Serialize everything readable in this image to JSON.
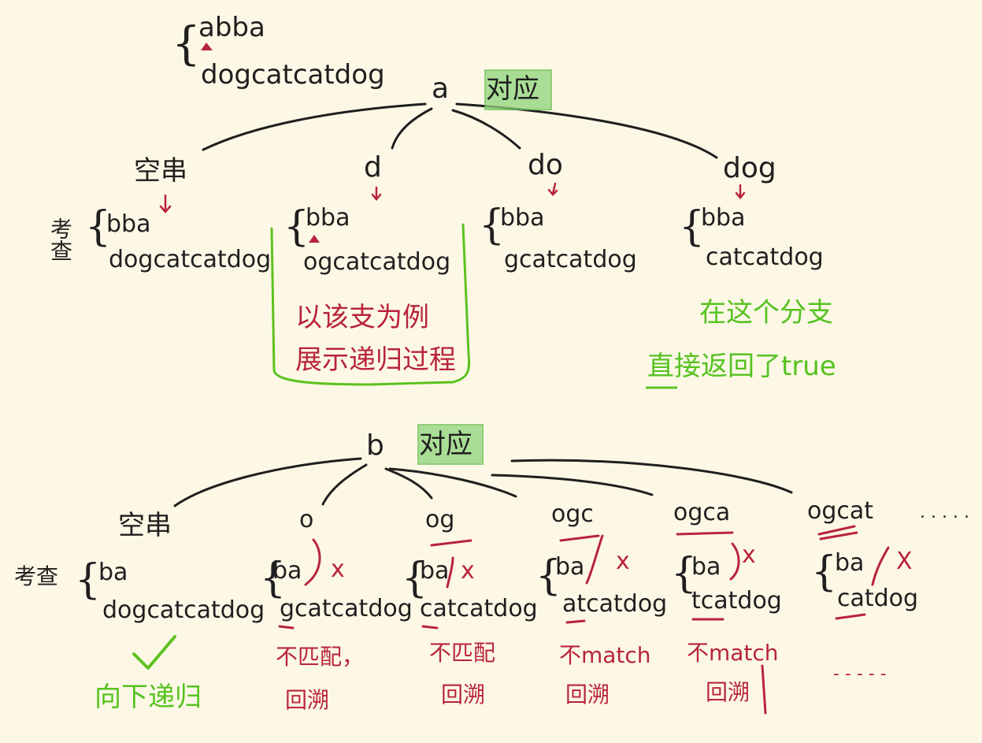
{
  "top_pair": {
    "pattern": "abba",
    "string": "dogcatcatdog"
  },
  "level1": {
    "char": "a",
    "label": "对应",
    "branches": [
      {
        "prefix": "空串",
        "pattern": "bba",
        "string": "dogcatcatdog",
        "side_note": "考查"
      },
      {
        "prefix": "d",
        "pattern": "bba",
        "string": "ogcatcatdog",
        "note_lines": [
          "以该支为例",
          "展示递归过程"
        ]
      },
      {
        "prefix": "do",
        "pattern": "bba",
        "string": "gcatcatdog"
      },
      {
        "prefix": "dog",
        "pattern": "bba",
        "string": "catcatdog",
        "note_lines": [
          "在这个分支",
          "直接返回了true"
        ]
      }
    ]
  },
  "level2": {
    "char": "b",
    "label": "对应",
    "branches": [
      {
        "prefix": "空串",
        "pattern": "ba",
        "string": "dogcatcatdog",
        "side_note": "考查",
        "check": "✓",
        "note_lines": [
          "向下递归"
        ]
      },
      {
        "prefix": "o",
        "pattern": "ba",
        "string": "gcatcatdog",
        "cross": "x",
        "note_lines": [
          "不匹配，",
          "回溯"
        ]
      },
      {
        "prefix": "og",
        "pattern": "ba",
        "string": "catcatdog",
        "cross": "x",
        "note_lines": [
          "不匹配",
          "回溯"
        ]
      },
      {
        "prefix": "ogc",
        "pattern": "ba",
        "string": "atcatdog",
        "cross": "x",
        "note_lines": [
          "不match",
          "回溯"
        ]
      },
      {
        "prefix": "ogca",
        "pattern": "ba",
        "string": "tcatdog",
        "cross": "x",
        "note_lines": [
          "不match",
          "回溯"
        ]
      },
      {
        "prefix": "ogcat",
        "pattern": "ba",
        "string": "catdog",
        "cross": "X"
      }
    ],
    "ellipsis_top": ". . . . .",
    "ellipsis_bottom": "- - - - -"
  }
}
